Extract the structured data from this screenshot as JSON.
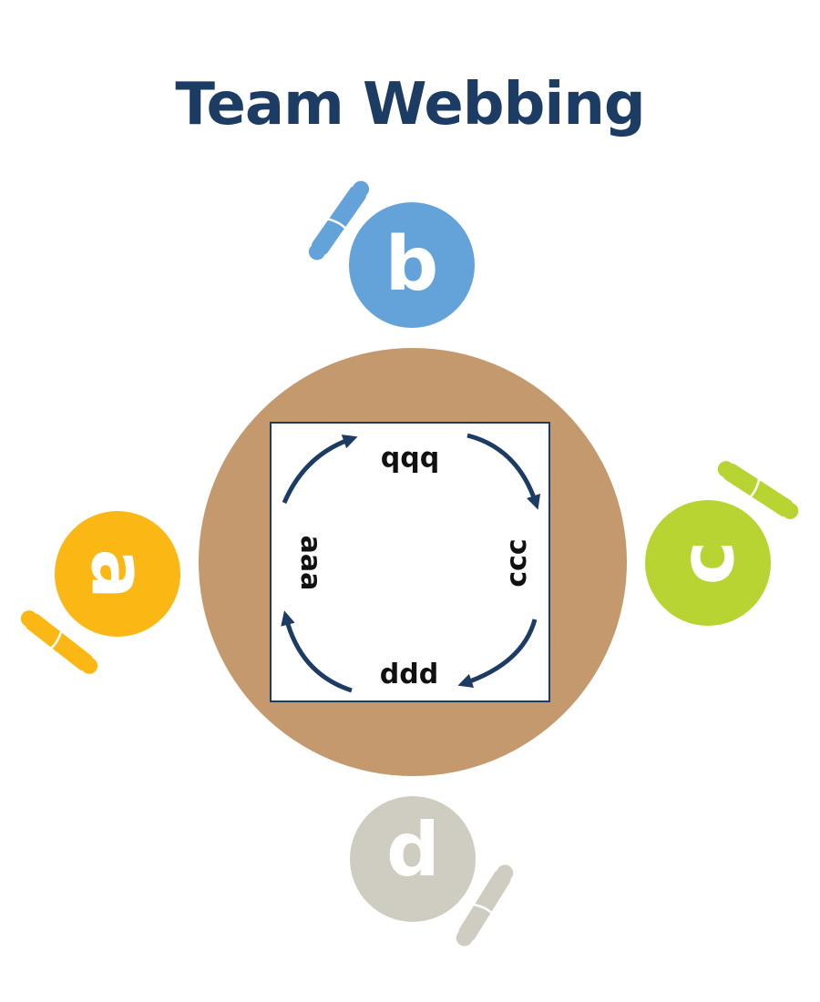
{
  "title": "Team Webbing",
  "colors": {
    "title": "#1d3c63",
    "table": "#c3996d",
    "arrows": "#1d3c63",
    "seat_b": "#64a3d9",
    "seat_a": "#fbb814",
    "seat_c": "#b7d433",
    "seat_d": "#cfccc1"
  },
  "seats": {
    "a": {
      "label": "a",
      "color": "#fbb814"
    },
    "b": {
      "label": "b",
      "color": "#64a3d9"
    },
    "c": {
      "label": "c",
      "color": "#b7d433"
    },
    "d": {
      "label": "p",
      "color": "#cfccc1"
    }
  },
  "paper": {
    "top_text": "bbb",
    "right_text": "ccc",
    "bottom_text": "ddd",
    "left_text": "aaa"
  },
  "icons": [
    "scroll-icon",
    "arrow-clockwise-icon"
  ]
}
